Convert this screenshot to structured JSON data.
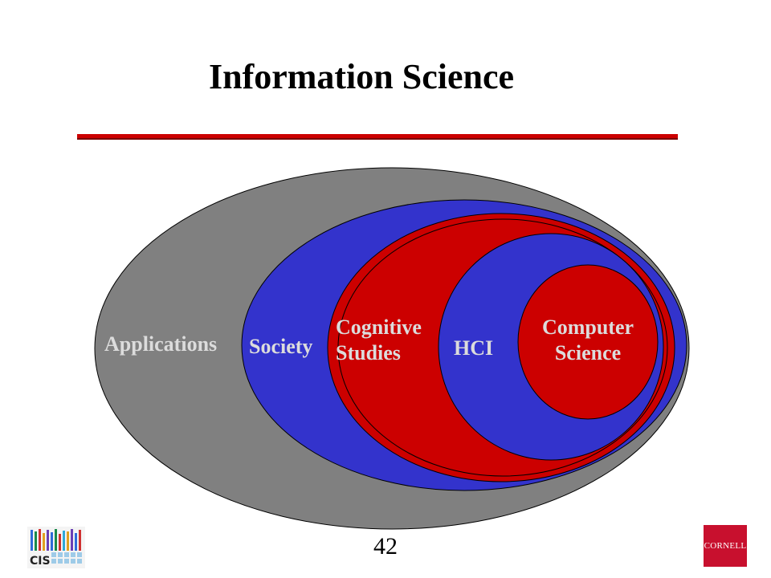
{
  "title": "Information Science",
  "diagram": {
    "regions": [
      {
        "label": "Applications",
        "color": "#808080"
      },
      {
        "label": "Society",
        "color": "#3333cc"
      },
      {
        "label_lines": [
          "Cognitive",
          "Studies"
        ],
        "color": "#cc0000"
      },
      {
        "label": "HCI",
        "color": "#3333cc"
      },
      {
        "label_lines": [
          "Computer",
          "Science"
        ],
        "color": "#cc0000"
      }
    ]
  },
  "page_number": "42",
  "logos": {
    "cis": "CIS",
    "cornell": "CORNELL"
  },
  "colors": {
    "accent_rule": "#cc0000",
    "text_light": "#dcdcdc",
    "text_white": "#ffffff"
  }
}
